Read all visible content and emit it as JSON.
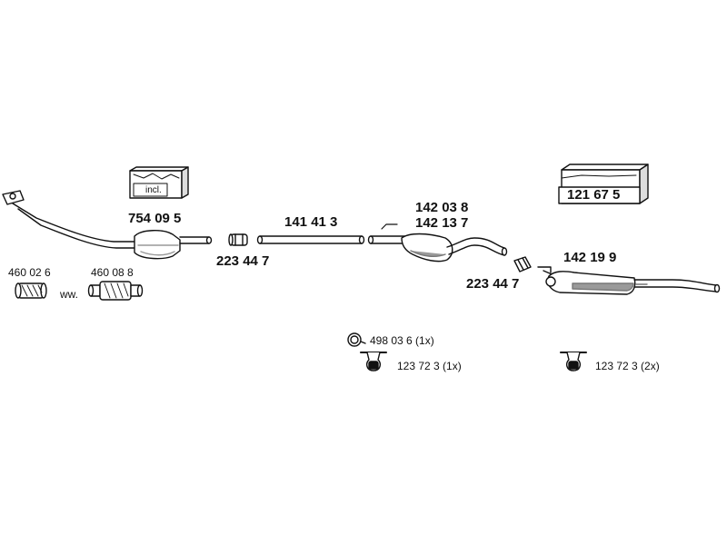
{
  "colors": {
    "ink": "#111111",
    "part_fill": "#ffffff",
    "shade": "#9a9a9a",
    "dark_shade": "#5a5a5a"
  },
  "parts": {
    "front_pipe_cat": "754 09 5",
    "box_incl_label": "incl.",
    "clamp_left": "223 44 7",
    "pipe": "141 41 3",
    "middle_silencer_a": "142 03 8",
    "middle_silencer_b": "142 13 7",
    "clamp_right": "223 44 7",
    "rear_kit": "121 67 5",
    "rear_silencer": "142 19 9",
    "connector_a": "460 02 6",
    "connector_b": "460 08 8",
    "ww": "ww.",
    "ring_mount": "498 03 6 (1x)",
    "hanger_middle": "123 72 3 (1x)",
    "hanger_rear": "123 72 3 (2x)"
  },
  "icons": {
    "kit_box": "box-icon",
    "rubber_ring": "ring-icon",
    "rubber_hanger": "hanger-icon"
  }
}
